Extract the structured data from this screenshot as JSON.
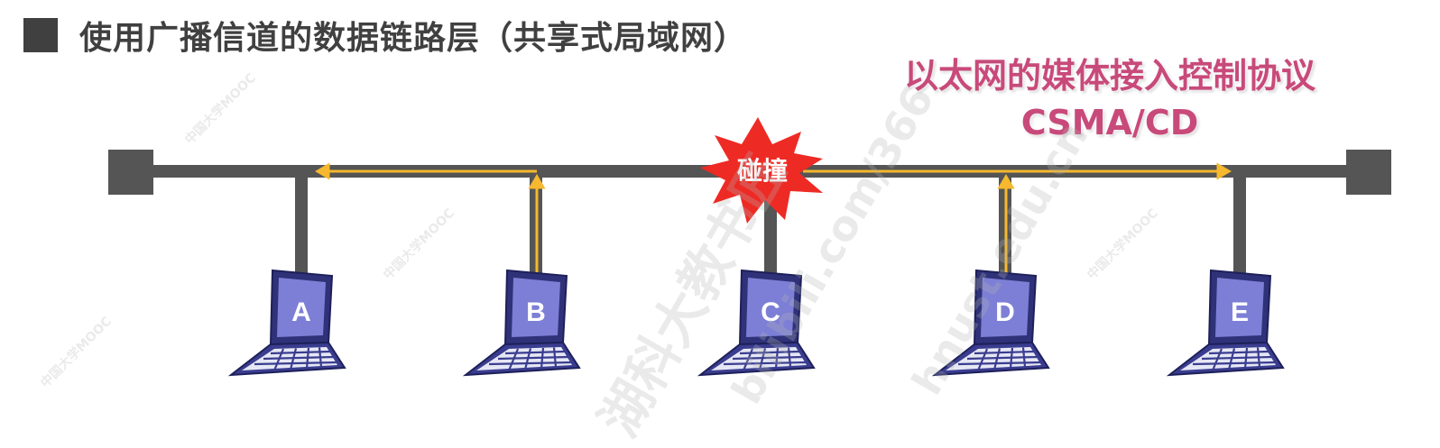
{
  "title": "使用广播信道的数据链路层（共享式局域网）",
  "protocol": {
    "line1": "以太网的媒体接入控制协议",
    "line2": "CSMA/CD"
  },
  "collision_label": "碰撞",
  "stations": [
    {
      "id": "a",
      "label": "A"
    },
    {
      "id": "b",
      "label": "B"
    },
    {
      "id": "c",
      "label": "C"
    },
    {
      "id": "d",
      "label": "D"
    },
    {
      "id": "e",
      "label": "E"
    }
  ],
  "colors": {
    "bus": "#555555",
    "signal": "#f5b82e",
    "collision": "#ee2a24",
    "laptop_screen": "#7d7fd6",
    "laptop_body": "#3a3d8f",
    "protocol_text": "#c84a7a"
  },
  "watermarks": {
    "large_1": "湖科大教书匠",
    "large_2": "bilibili.com/366",
    "large_3": "hnust.edu.cn",
    "small": "中国大学MOOC"
  }
}
